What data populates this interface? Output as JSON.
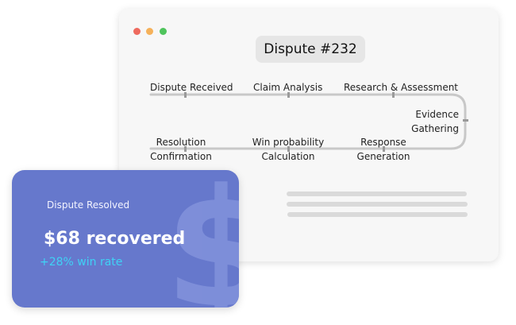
{
  "window": {
    "controls": [
      {
        "name": "close-dot",
        "color": "#ee6a5e"
      },
      {
        "name": "minimize-dot",
        "color": "#f5b15a"
      },
      {
        "name": "maximize-dot",
        "color": "#4fc45c"
      }
    ],
    "title": "Dispute #232"
  },
  "workflow": {
    "steps": [
      {
        "line1": "Dispute Received"
      },
      {
        "line1": "Claim Analysis"
      },
      {
        "line1": "Research & Assessment"
      },
      {
        "line1": "Evidence",
        "line2": "Gathering"
      },
      {
        "line1": "Response",
        "line2": "Generation"
      },
      {
        "line1": "Win probability",
        "line2": "Calculation"
      },
      {
        "line1": "Resolution",
        "line2": "Confirmation"
      }
    ]
  },
  "card": {
    "label": "Dispute Resolved",
    "amount": "$68 recovered",
    "rate": "+28% win rate",
    "watermark": "$",
    "colors": {
      "background": "#6678cc",
      "rate": "#3fd2f5"
    }
  }
}
